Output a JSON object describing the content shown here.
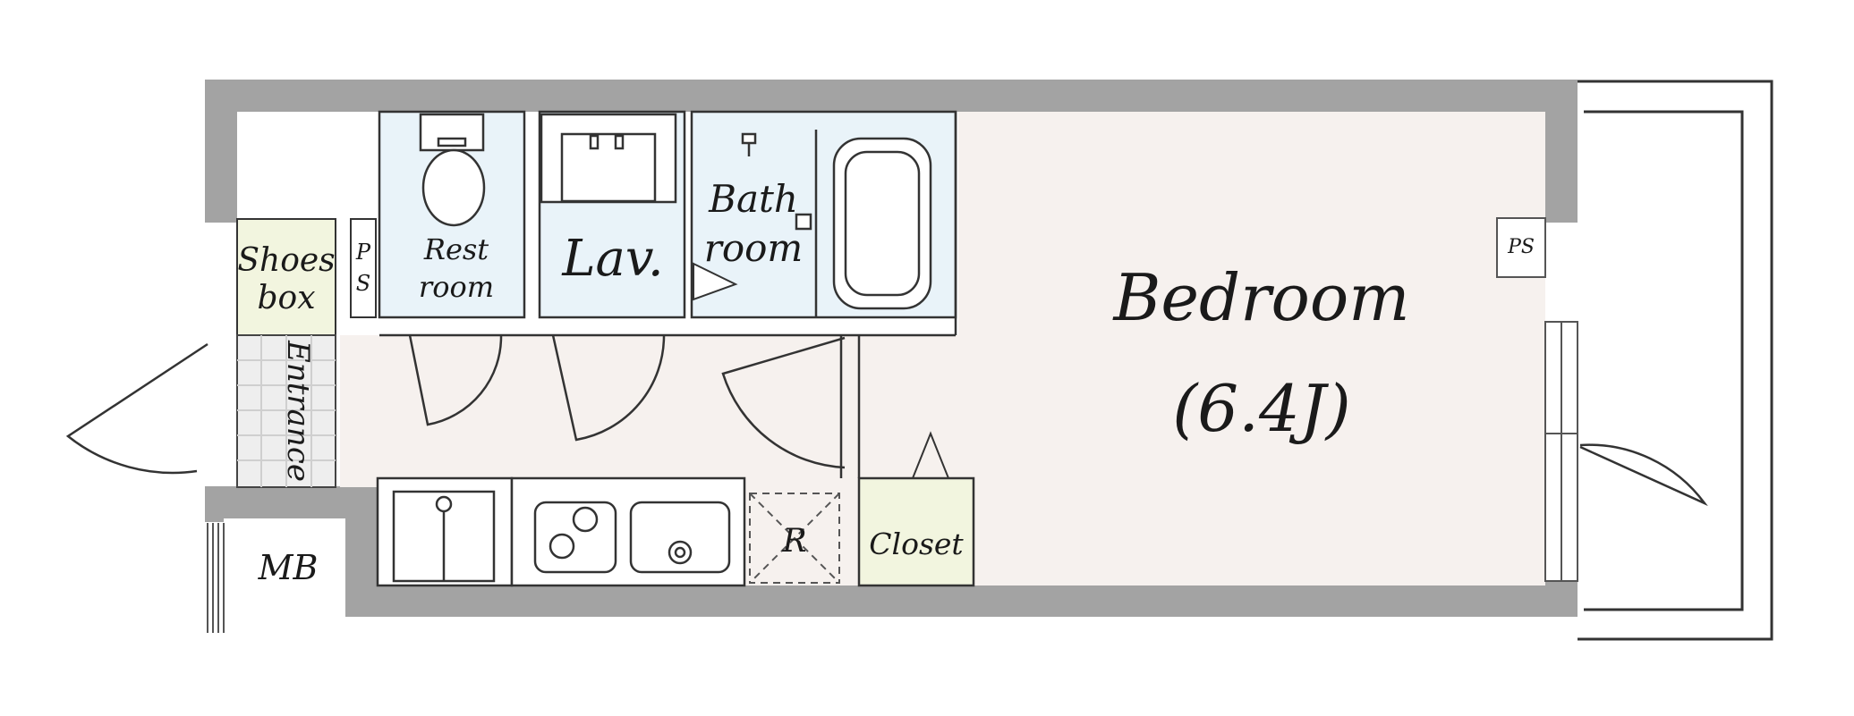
{
  "rooms": {
    "bedroom": {
      "name": "Bedroom",
      "size": "(6.4J)"
    },
    "restroom": {
      "line1": "Rest",
      "line2": "room"
    },
    "lavatory": {
      "name": "Lav."
    },
    "bathroom": {
      "line1": "Bath",
      "line2": "room"
    },
    "shoes_box": {
      "line1": "Shoes",
      "line2": "box"
    },
    "pipe_space_left": {
      "line1": "P",
      "line2": "S"
    },
    "pipe_space_right": {
      "name": "PS"
    },
    "entrance": {
      "name": "Entrance"
    },
    "meter_box": {
      "name": "MB"
    },
    "refrigerator": {
      "name": "R"
    },
    "closet": {
      "name": "Closet"
    }
  },
  "colors": {
    "wall": "#a3a3a3",
    "bedroom_floor": "#f6f1ee",
    "wet_area_floor": "#e9f3f9",
    "storage_floor": "#f2f5df",
    "entrance_tile": "#eeeeee",
    "line": "#333333"
  }
}
